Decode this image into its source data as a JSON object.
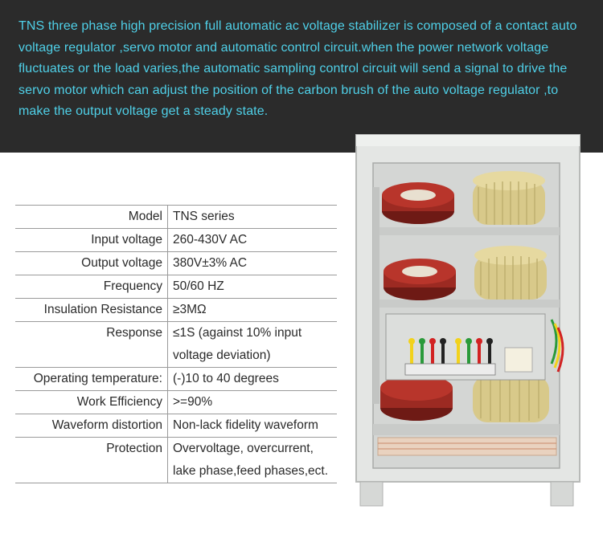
{
  "intro_text": "TNS three phase high precision full automatic ac voltage stabilizer is composed of a contact auto voltage regulator ,servo motor and automatic control circuit.when the power network voltage fluctuates or the load varies,the automatic sampling control circuit will send a signal to drive the servo motor which can adjust the position of the carbon brush of the auto voltage regulator ,to make the output voltage get a steady state.",
  "specs": [
    {
      "key": "Model",
      "value": "TNS series"
    },
    {
      "key": "Input voltage",
      "value": "260-430V AC"
    },
    {
      "key": "Output voltage",
      "value": " 380V±3% AC"
    },
    {
      "key": "Frequency",
      "value": "50/60 HZ"
    },
    {
      "key": "Insulation Resistance",
      "value": "≥3MΩ"
    },
    {
      "key": "Response",
      "value": "  ≤1S (against 10% input voltage deviation)"
    },
    {
      "key": "Operating temperature:",
      "value": "(-)10 to 40 degrees"
    },
    {
      "key": "Work Efficiency",
      "value": " >=90%"
    },
    {
      "key": "Waveform distortion",
      "value": "Non-lack fidelity waveform"
    },
    {
      "key": "Protection",
      "value": "Overvoltage, overcurrent, lake phase,feed phases,ect."
    }
  ],
  "colors": {
    "intro_text": "#4fd0e8",
    "band": "#2b2b2b",
    "cabinet": "#e6e8e6",
    "coil_red": "#9c2a22",
    "coil_gold": "#d8c98a"
  }
}
